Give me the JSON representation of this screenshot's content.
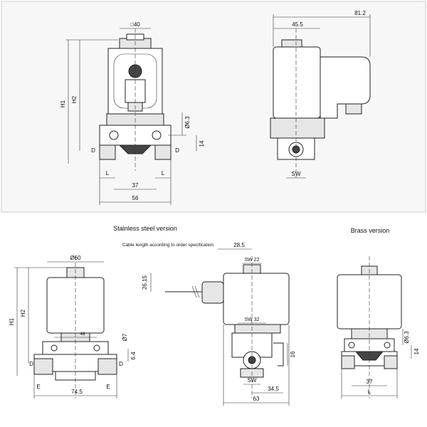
{
  "captions": {
    "stainless": "Stainless steel version",
    "brass": "Brass version",
    "cable_note": "Cable length according to order specification"
  },
  "top_left": {
    "square": "□40",
    "h1": "H1",
    "h2": "H2",
    "dia": "Ø6.3",
    "d_left": "D",
    "d_right": "D",
    "dim14": "14",
    "l_left": "L",
    "l_right": "L",
    "dim37": "37",
    "dim56": "56"
  },
  "top_right": {
    "width_total": "81.2",
    "width_body": "45.5",
    "sw": "SW"
  },
  "bottom_left": {
    "dia60": "Ø60",
    "h1": "H1",
    "h2": "H2",
    "dim48": "48",
    "dim7": "Ø7",
    "dim6_4": "6.4",
    "d_left": "D",
    "d_right": "D",
    "e_left": "E",
    "e_right": "E",
    "width745": "74.5"
  },
  "bottom_mid": {
    "dim2615": "26.15",
    "dim285": "28.5",
    "sw22": "SW 22",
    "sw32": "SW 32",
    "dim16": "16",
    "sw": "SW",
    "dim345": "34.5",
    "dim63": "63"
  },
  "bottom_right": {
    "dia63": "Ø6.3",
    "dim14": "14",
    "dim37": "37",
    "l": "L"
  }
}
